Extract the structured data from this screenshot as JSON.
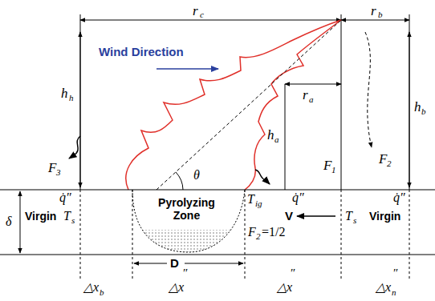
{
  "diagram": {
    "nodes": [
      {
        "text": [
          "Pyrolyzing Zone"
        ]
      }
    ],
    "labels": [
      "Wind Direction",
      "r",
      "c",
      "r",
      "b",
      "h",
      "h",
      "h",
      "b",
      "r",
      "a",
      "h",
      "a",
      "θ",
      "F",
      "3",
      "F",
      "1",
      "F",
      "2",
      "q̇″",
      "q̇″",
      "q̇″",
      "δ",
      "Virgin",
      "T",
      "s",
      "T",
      "ig",
      "V",
      "T",
      "s",
      "Virgin",
      "F",
      "2",
      "=1/2",
      "D",
      "△x",
      "b",
      "△x",
      "△x",
      "△x",
      "n",
      "″",
      "″",
      "″"
    ]
  }
}
